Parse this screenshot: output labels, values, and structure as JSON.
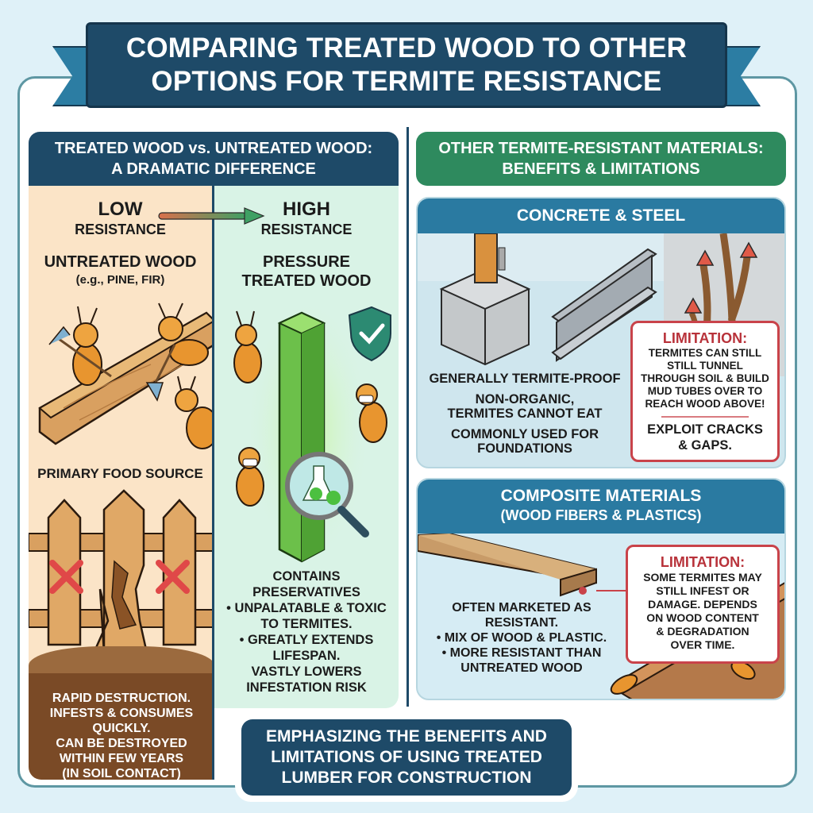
{
  "title": {
    "line1": "COMPARING TREATED WOOD TO OTHER",
    "line2": "OPTIONS FOR TERMITE RESISTANCE"
  },
  "left_section": {
    "header_line1": "TREATED WOOD vs. UNTREATED WOOD:",
    "header_line2": "A DRAMATIC DIFFERENCE",
    "untreated": {
      "resistance_level": "LOW",
      "resistance_label": "RESISTANCE",
      "name": "UNTREATED WOOD",
      "examples": "(e.g., PINE, FIR)",
      "caption": "PRIMARY FOOD SOURCE",
      "outcome_lines": [
        "RAPID DESTRUCTION.",
        "INFESTS & CONSUMES",
        "QUICKLY.",
        "CAN BE DESTROYED",
        "WITHIN FEW YEARS",
        "(IN SOIL CONTACT)"
      ]
    },
    "treated": {
      "resistance_level": "HIGH",
      "resistance_label": "RESISTANCE",
      "name_line1": "PRESSURE",
      "name_line2": "TREATED WOOD",
      "details_lines": [
        "CONTAINS",
        "PRESERVATIVES",
        "• UNPALATABLE & TOXIC",
        "TO TERMITES.",
        "• GREATLY EXTENDS",
        "LIFESPAN.",
        "VASTLY LOWERS",
        "INFESTATION RISK"
      ]
    }
  },
  "right_section": {
    "header_line1": "OTHER TERMITE-RESISTANT MATERIALS:",
    "header_line2": "BENEFITS & LIMITATIONS",
    "concrete_steel": {
      "title": "CONCRETE & STEEL",
      "benefits": [
        "GENERALLY TERMITE-PROOF",
        "NON-ORGANIC,",
        "TERMITES CANNOT EAT",
        "COMMONLY USED FOR",
        "FOUNDATIONS"
      ],
      "limitation": {
        "label": "LIMITATION:",
        "body_lines": [
          "TERMITES CAN STILL",
          "STILL TUNNEL",
          "THROUGH SOIL & BUILD",
          "MUD TUBES OVER TO",
          "REACH WOOD ABOVE!"
        ],
        "extra_lines": [
          "EXPLOIT CRACKS",
          "& GAPS."
        ]
      }
    },
    "composite": {
      "title": "COMPOSITE MATERIALS",
      "subtitle": "(WOOD FIBERS & PLASTICS)",
      "benefits": [
        "OFTEN MARKETED AS",
        "RESISTANT.",
        "• MIX OF WOOD & PLASTIC.",
        "• MORE RESISTANT THAN",
        "UNTREATED WOOD"
      ],
      "limitation": {
        "label": "LIMITATION:",
        "body_lines": [
          "SOME TERMITES MAY",
          "STILL INFEST OR",
          "DAMAGE. DEPENDS",
          "ON WOOD CONTENT",
          "& DEGRADATION",
          "OVER TIME."
        ]
      }
    }
  },
  "footer": {
    "lines": [
      "EMPHASIZING THE BENEFITS AND",
      "LIMITATIONS OF USING TREATED",
      "LUMBER FOR CONSTRUCTION"
    ]
  },
  "colors": {
    "navy": "#1e4a68",
    "green_header": "#2e8a5e",
    "blue_header": "#2a7aa1",
    "limitation_red": "#c9434a",
    "untreated_bg": "#fbe4c7",
    "treated_bg": "#d9f3e6",
    "soil": "#7a4a26",
    "page_bg": "#dff1f8"
  }
}
